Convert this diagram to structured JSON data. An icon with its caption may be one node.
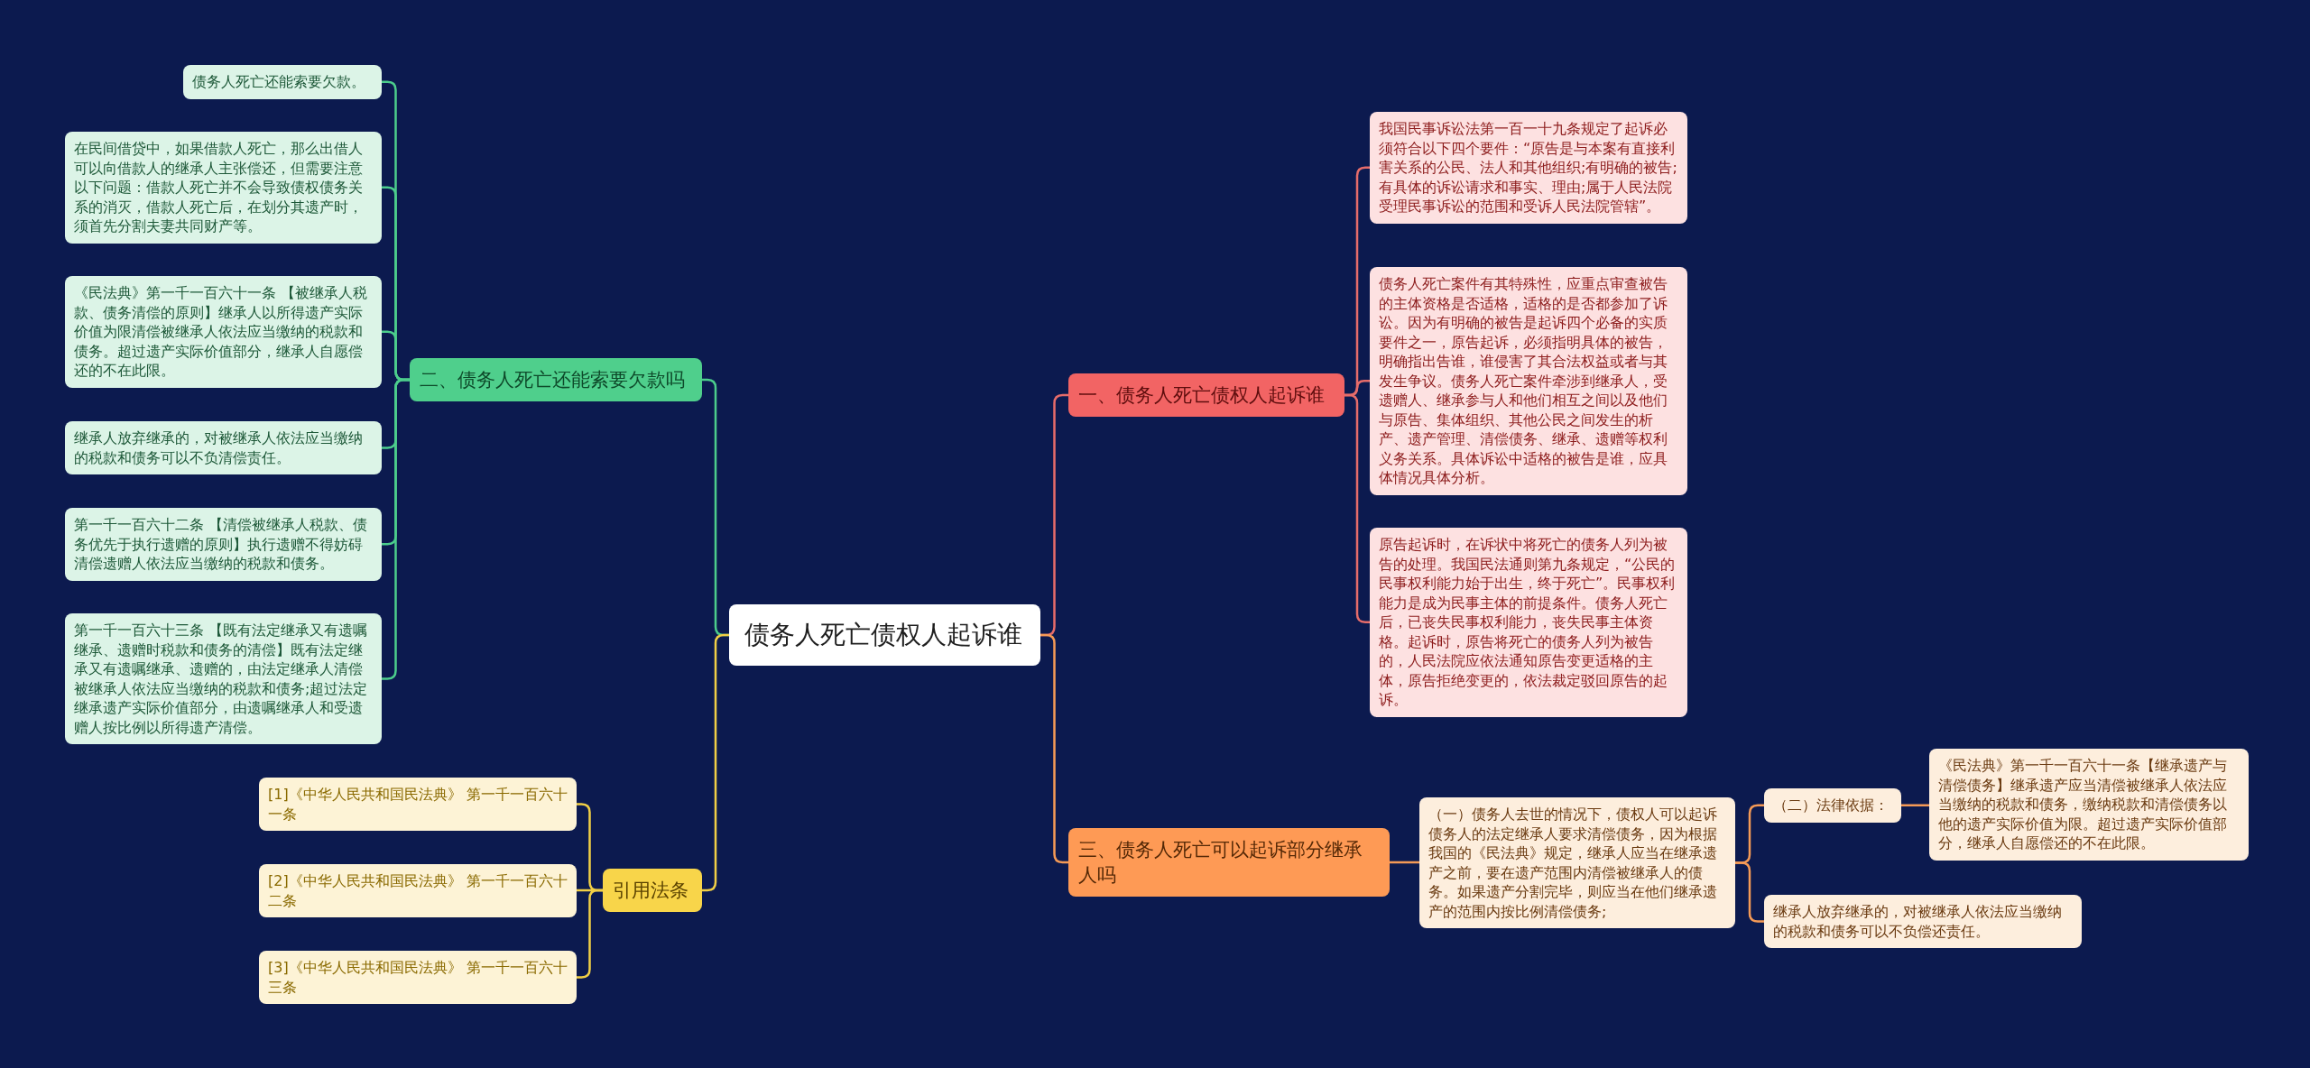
{
  "diagram": {
    "nodes": [
      {
        "text": [
          "债务人死亡债权人起诉谁"
        ]
      },
      {
        "text": [
          "一、债务人死亡债权人起诉谁"
        ]
      },
      {
        "text": [
          "我国民事诉讼法第一百一十九条规定了起诉必须符合以下四个要件：“原告是与本案有直接利害关系的公民、法人和其他组织;有明确的被告;有具体的诉讼请求和事实、理由;属于人民法院受理民事诉讼的范围和受诉人民法院管辖”。"
        ]
      },
      {
        "text": [
          "债务人死亡案件有其特殊性，应重点审查被告的主体资格是否适格，适格的是否都参加了诉讼。因为有明确的被告是起诉四个必备的实质要件之一，原告起诉，必须指明具体的被告，明确指出告谁，谁侵害了其合法权益或者与其发生争议。债务人死亡案件牵涉到继承人，受遗赠人、继承参与人和他们相互之间以及他们与原告、集体组织、其他公民之间发生的析产、遗产管理、清偿债务、继承、遗赠等权利义务关系。具体诉讼中适格的被告是谁，应具体情况具体分析。"
        ]
      },
      {
        "text": [
          "原告起诉时，在诉状中将死亡的债务人列为被告的处理。我国民法通则第九条规定，“公民的民事权利能力始于出生，终于死亡”。民事权利能力是成为民事主体的前提条件。债务人死亡后，已丧失民事权利能力，丧失民事主体资格。起诉时，原告将死亡的债务人列为被告的，人民法院应依法通知原告变更适格的主体，原告拒绝变更的，依法裁定驳回原告的起诉。"
        ]
      },
      {
        "text": [
          "二、债务人死亡还能索要欠款吗"
        ]
      },
      {
        "text": [
          "债务人死亡还能索要欠款。"
        ]
      },
      {
        "text": [
          "在民间借贷中，如果借款人死亡，那么出借人可以向借款人的继承人主张偿还，但需要注意以下问题：借款人死亡并不会导致债权债务关系的消灭，借款人死亡后，在划分其遗产时，须首先分割夫妻共同财产等。"
        ]
      },
      {
        "text": [
          "《民法典》第一千一百六十一条 【被继承人税款、债务清偿的原则】继承人以所得遗产实际价值为限清偿被继承人依法应当缴纳的税款和债务。超过遗产实际价值部分，继承人自愿偿还的不在此限。"
        ]
      },
      {
        "text": [
          "继承人放弃继承的，对被继承人依法应当缴纳的税款和债务可以不负清偿责任。"
        ]
      },
      {
        "text": [
          "第一千一百六十二条 【清偿被继承人税款、债务优先于执行遗赠的原则】执行遗赠不得妨碍清偿遗赠人依法应当缴纳的税款和债务。"
        ]
      },
      {
        "text": [
          "第一千一百六十三条 【既有法定继承又有遗嘱继承、遗赠时税款和债务的清偿】既有法定继承又有遗嘱继承、遗赠的，由法定继承人清偿被继承人依法应当缴纳的税款和债务;超过法定继承遗产实际价值部分，由遗嘱继承人和受遗赠人按比例以所得遗产清偿。"
        ]
      },
      {
        "text": [
          "三、债务人死亡可以起诉部分继承人吗"
        ]
      },
      {
        "text": [
          "（一）债务人去世的情况下，债权人可以起诉债务人的法定继承人要求清偿债务，因为根据我国的《民法典》规定，继承人应当在继承遗产之前，要在遗产范围内清偿被继承人的债务。如果遗产分割完毕，则应当在他们继承遗产的范围内按比例清偿债务;"
        ]
      },
      {
        "text": [
          "（二）法律依据："
        ]
      },
      {
        "text": [
          "《民法典》第一千一百六十一条【继承遗产与清偿债务】继承遗产应当清偿被继承人依法应当缴纳的税款和债务，缴纳税款和清偿债务以他的遗产实际价值为限。超过遗产实际价值部分，继承人自愿偿还的不在此限。"
        ]
      },
      {
        "text": [
          "继承人放弃继承的，对被继承人依法应当缴纳的税款和债务可以不负偿还责任。"
        ]
      },
      {
        "text": [
          "引用法条"
        ]
      },
      {
        "text": [
          "[1]《中华人民共和国民法典》 第一千一百六十一条"
        ]
      },
      {
        "text": [
          "[2]《中华人民共和国民法典》 第一千一百六十二条"
        ]
      },
      {
        "text": [
          "[3]《中华人民共和国民法典》 第一千一百六十三条"
        ]
      }
    ],
    "edges": [
      {
        "from": 0,
        "to": 1,
        "arrow": "none",
        "color": "#e66c6a"
      },
      {
        "from": 1,
        "to": 2,
        "arrow": "none",
        "color": "#e66c6a"
      },
      {
        "from": 1,
        "to": 3,
        "arrow": "none",
        "color": "#e66c6a"
      },
      {
        "from": 1,
        "to": 4,
        "arrow": "none",
        "color": "#e66c6a"
      },
      {
        "from": 0,
        "to": 5,
        "arrow": "none"
      },
      {
        "from": 5,
        "to": 6,
        "arrow": "none"
      },
      {
        "from": 5,
        "to": 7,
        "arrow": "none"
      },
      {
        "from": 5,
        "to": 8,
        "arrow": "none"
      },
      {
        "from": 5,
        "to": 9,
        "arrow": "none"
      },
      {
        "from": 5,
        "to": 10,
        "arrow": "none"
      },
      {
        "from": 5,
        "to": 11,
        "arrow": "none"
      },
      {
        "from": 0,
        "to": 12,
        "arrow": "none",
        "color": "#f59a56"
      },
      {
        "from": 12,
        "to": 13,
        "arrow": "none",
        "color": "#f59a56"
      },
      {
        "from": 13,
        "to": 14,
        "arrow": "none",
        "color": "#f59a56"
      },
      {
        "from": 14,
        "to": 15,
        "arrow": "none",
        "color": "#f59a56"
      },
      {
        "from": 13,
        "to": 16,
        "arrow": "none",
        "color": "#f59a56"
      },
      {
        "from": 0,
        "to": 17,
        "arrow": "none",
        "color": "#f1cf46"
      },
      {
        "from": 17,
        "to": 18,
        "arrow": "none",
        "color": "#f1cf46"
      },
      {
        "from": 17,
        "to": 19,
        "arrow": "none",
        "color": "#f1cf46"
      },
      {
        "from": 17,
        "to": 20,
        "arrow": "none",
        "color": "#f1cf46"
      }
    ]
  }
}
